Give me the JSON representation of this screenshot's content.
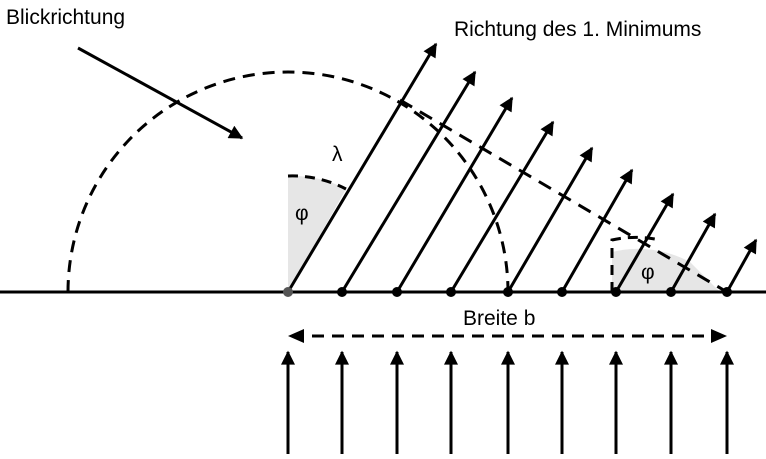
{
  "labels": {
    "view_direction": "Blickrichtung",
    "first_minimum_direction": "Richtung des 1. Minimums",
    "wavelength": "λ",
    "angle_left": "φ",
    "angle_right": "φ",
    "width": "Breite b"
  },
  "elements": {
    "wavelets": 9,
    "diffracted_rays": 9,
    "incident_rays": 9
  },
  "colors": {
    "line": "#000000",
    "angle_fill": "#e6e6e6",
    "source_point_first": "#555555"
  }
}
